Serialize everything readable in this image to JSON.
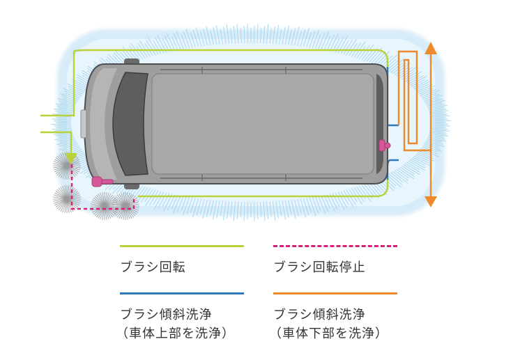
{
  "colors": {
    "rotation": "#b9d23a",
    "rotation_stop": "#d6207a",
    "tilt_upper": "#2e78be",
    "tilt_lower": "#ef8a2a",
    "brush_spray": "#9fd2ec",
    "car_body": "#9e9e9e",
    "car_window": "#5e5e5e"
  },
  "legend": [
    {
      "key": "rotation",
      "label": "ブラシ回転",
      "sub": ""
    },
    {
      "key": "rotation_stop",
      "label": "ブラシ回転停止",
      "sub": ""
    },
    {
      "key": "tilt_upper",
      "label": "ブラシ傾斜洗浄",
      "sub": "（車体上部を洗浄）"
    },
    {
      "key": "tilt_lower",
      "label": "ブラシ傾斜洗浄",
      "sub": "（車体下部を洗浄）"
    }
  ],
  "icons": {
    "car": "car-top-view-icon",
    "brush": "brush-icon",
    "arrow": "double-arrow-icon"
  }
}
